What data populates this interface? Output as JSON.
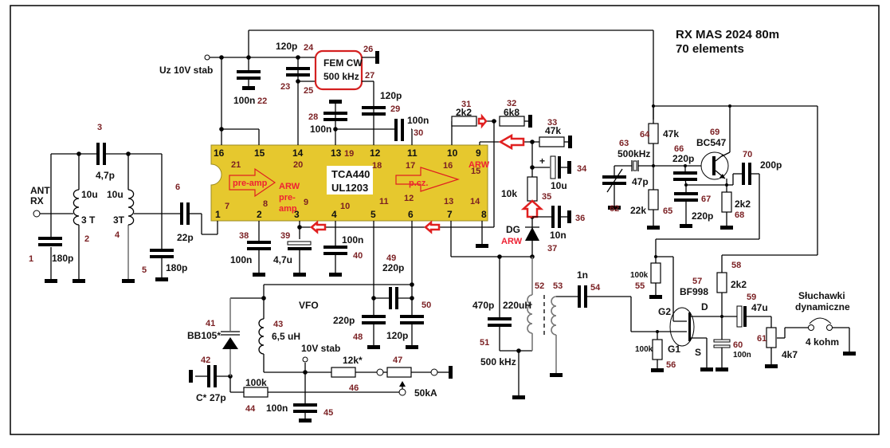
{
  "title": {
    "line1": "RX MAS 2024 80m",
    "line2": "70 elements"
  },
  "ic": {
    "name1": "TCA440",
    "name2": "UL1203",
    "pins_top": [
      "16",
      "15",
      "14",
      "13",
      "12",
      "11",
      "10",
      "9"
    ],
    "pins_bottom": [
      "1",
      "2",
      "3",
      "4",
      "5",
      "6",
      "7",
      "8"
    ],
    "internal_numbers": [
      "21",
      "20",
      "19",
      "18",
      "17",
      "16",
      "15",
      "7",
      "8",
      "9",
      "10",
      "11",
      "12",
      "13",
      "14"
    ],
    "block_preamp": "pre-amp",
    "block_if": "p.cz.",
    "arw_top": "ARW",
    "arw_preamp_1": "ARW",
    "arw_preamp_2": "pre-",
    "arw_preamp_3": "amp",
    "body_color": "#e6c82e"
  },
  "filter": {
    "label1": "FEM  CW",
    "label2": "500 kHz",
    "border_color": "#d42020"
  },
  "supply": {
    "uz_label": "Uz 10V stab",
    "vfo_supply": "10V stab"
  },
  "antenna": {
    "label1": "ANT",
    "label2": "RX"
  },
  "vfo_label": "VFO",
  "diode_label": "DG",
  "arw_diode": "ARW",
  "transistor1": "BC547",
  "transistor2": "BF998",
  "fet_pins": {
    "g1": "G1",
    "g2": "G2",
    "d": "D",
    "s": "S"
  },
  "headphones": {
    "label1": "Słuchawki",
    "label2": "dynamiczne",
    "impedance": "4 kohm"
  },
  "components": [
    {
      "id": "1",
      "value": "180p"
    },
    {
      "id": "2",
      "value": "10u / 3 T"
    },
    {
      "id": "3",
      "value": "4,7p"
    },
    {
      "id": "4",
      "value": "10u / 3T"
    },
    {
      "id": "5",
      "value": "180p"
    },
    {
      "id": "6",
      "value": "22p"
    },
    {
      "id": "22",
      "value": "100n"
    },
    {
      "id": "23",
      "value": "120p"
    },
    {
      "id": "28",
      "value": "100n"
    },
    {
      "id": "29",
      "value": "120p"
    },
    {
      "id": "30",
      "value": "100n"
    },
    {
      "id": "31",
      "value": "2k2"
    },
    {
      "id": "32",
      "value": "6k8"
    },
    {
      "id": "33",
      "value": "47k"
    },
    {
      "id": "34",
      "value": "10u"
    },
    {
      "id": "35",
      "value": "10k"
    },
    {
      "id": "36",
      "value": "10n"
    },
    {
      "id": "38",
      "value": "100n"
    },
    {
      "id": "39",
      "value": "4,7u"
    },
    {
      "id": "40",
      "value": "100n"
    },
    {
      "id": "41",
      "value": "BB105*"
    },
    {
      "id": "42",
      "value": "C* 27p"
    },
    {
      "id": "43",
      "value": "6,5 uH"
    },
    {
      "id": "44",
      "value": "100k"
    },
    {
      "id": "45",
      "value": "100n"
    },
    {
      "id": "46",
      "value": "12k*"
    },
    {
      "id": "47",
      "value": "50kA"
    },
    {
      "id": "48",
      "value": "220p"
    },
    {
      "id": "49",
      "value": "220p"
    },
    {
      "id": "50",
      "value": "120p"
    },
    {
      "id": "51",
      "value": "470p"
    },
    {
      "id": "52",
      "value": "220uH"
    },
    {
      "id": "53",
      "value": "500 kHz"
    },
    {
      "id": "54",
      "value": "1n"
    },
    {
      "id": "55",
      "value": "100k"
    },
    {
      "id": "56",
      "value": "100k"
    },
    {
      "id": "58",
      "value": "2k2"
    },
    {
      "id": "59",
      "value": "47u"
    },
    {
      "id": "60",
      "value": "100n"
    },
    {
      "id": "61",
      "value": "4k7"
    },
    {
      "id": "62",
      "value": "47p"
    },
    {
      "id": "63",
      "value": "500kHz"
    },
    {
      "id": "64",
      "value": "47k"
    },
    {
      "id": "65",
      "value": "22k"
    },
    {
      "id": "66",
      "value": "220p"
    },
    {
      "id": "67",
      "value": "220p"
    },
    {
      "id": "68",
      "value": "2k2"
    },
    {
      "id": "70",
      "value": "200p"
    }
  ],
  "lbl": {
    "c1": "180p",
    "n1": "1",
    "n2": "2",
    "l2": "10u",
    "l2t": "3 T",
    "n3": "3",
    "c3": "4,7p",
    "l4": "10u",
    "l4t": "3T",
    "n4": "4",
    "c5": "180p",
    "n5": "5",
    "n6": "6",
    "c6": "22p",
    "c22": "100n",
    "n22": "22",
    "c23": "120p",
    "n23": "23",
    "n24": "24",
    "n25": "25",
    "n26": "26",
    "n27": "27",
    "c28": "100n",
    "n28": "28",
    "c29": "120p",
    "n29": "29",
    "c30": "100n",
    "n30": "30",
    "n31": "31",
    "r31": "2k2",
    "n32": "32",
    "r32": "6k8",
    "n33": "33",
    "r33": "47k",
    "n34": "34",
    "c34": "10u",
    "r35": "10k",
    "n35": "35",
    "n36": "36",
    "c36": "10n",
    "n37": "37",
    "n38": "38",
    "c38": "100n",
    "n39": "39",
    "c39": "4,7u",
    "c40": "100n",
    "n40": "40",
    "n41": "41",
    "d41": "BB105*",
    "n42": "42",
    "c42a": "C*",
    "c42": "27p",
    "n43": "43",
    "l43": "6,5 uH",
    "n44": "44",
    "r44": "100k",
    "c45": "100n",
    "n45": "45",
    "n46": "46",
    "r46": "12k*",
    "n47": "47",
    "p47": "50kA",
    "c48": "220p",
    "n48": "48",
    "n49": "49",
    "c49": "220p",
    "c50": "120p",
    "n50": "50",
    "c51": "470p",
    "n51": "51",
    "n52": "52",
    "l52": "220uH",
    "n53": "53",
    "f53": "500 kHz",
    "c54": "1n",
    "n54": "54",
    "r55": "100k",
    "n55": "55",
    "r56": "100k",
    "n56": "56",
    "n57": "57",
    "n58": "58",
    "r58": "2k2",
    "n59": "59",
    "c59": "47u",
    "n60": "60",
    "c60": "100n",
    "n61": "61",
    "p61": "4k7",
    "n62": "62",
    "c62": "47p",
    "n63": "63",
    "x63": "500kHz",
    "n64": "64",
    "r64": "47k",
    "n65": "65",
    "r65": "22k",
    "n66": "66",
    "c66": "220p",
    "n67": "67",
    "c67": "220p",
    "n68": "68",
    "r68": "2k2",
    "n69": "69",
    "n70": "70",
    "c70": "200p",
    "plus": "+"
  }
}
